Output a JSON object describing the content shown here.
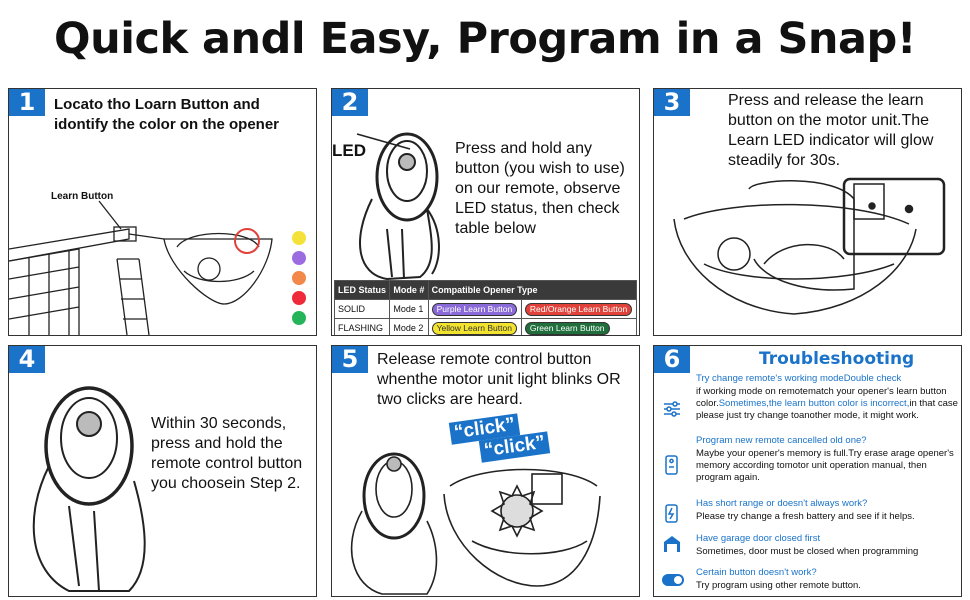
{
  "title": "Quick andl Easy, Program in a Snap!",
  "colors": {
    "accent": "#1a73c9",
    "purple": "#8a6ad8",
    "red_orange": "#e0423a",
    "yellow": "#f2e32f",
    "green": "#1f6e3b"
  },
  "step1": {
    "number": "1",
    "text": "Locato tho Loarn Button and idontify the color on the opener",
    "label": "Learn Button",
    "swatches": [
      "#f4e23a",
      "#9b6be0",
      "#f2884a",
      "#ef2a3a",
      "#26b45a"
    ]
  },
  "step2": {
    "number": "2",
    "led_label": "LED",
    "text": "Press and hold any button (you wish to use) on our remote, observe LED status, then check table below",
    "table": {
      "headers": [
        "LED Status",
        "Mode #",
        "Compatible Opener Type"
      ],
      "rows": [
        {
          "status": "SOLID",
          "mode": "Mode 1",
          "a": "Purple Learn Button",
          "b": "Red/Orange Learn Button"
        },
        {
          "status": "FLASHING",
          "mode": "Mode 2",
          "a": "Yellow Learn Button",
          "b": "Green Learn Button"
        }
      ]
    }
  },
  "step3": {
    "number": "3",
    "text": "Press and release the learn button on the motor unit.The Learn LED indicator will glow steadily for 30s."
  },
  "step4": {
    "number": "4",
    "text": "Within 30 seconds, press and hold the remote control button you choosein Step 2."
  },
  "step5": {
    "number": "5",
    "text": "Release remote control button whenthe motor unit light blinks OR two clicks are heard.",
    "click1": "“click”",
    "click2": "“click”"
  },
  "step6": {
    "number": "6",
    "title": "Troubleshooting",
    "items": [
      {
        "icon": "sliders-icon",
        "heading": "Try change remote's working modeDouble check",
        "body_pre": "if working mode on remotematch your opener's learn button color.",
        "body_hl": "Sometimes,the learn button color is incorrect,",
        "body_post": "in that case please just try change toanother mode, it might work."
      },
      {
        "icon": "remote-icon",
        "heading": "Program new remote cancelled old one?",
        "body": "Maybe your opener's memory is full.Try erase arage opener's memory according tomotor unit operation manual, then program again."
      },
      {
        "icon": "battery-icon",
        "heading": "Has short range or doesn't always work?",
        "body": "Please try change a fresh battery and see if it helps."
      },
      {
        "icon": "garage-icon",
        "heading": "Have garage door closed first",
        "body": "Sometimes, door must be closed when programming"
      },
      {
        "icon": "toggle-icon",
        "heading": "Certain button doesn't work?",
        "body": "Try program using other remote button."
      }
    ]
  }
}
